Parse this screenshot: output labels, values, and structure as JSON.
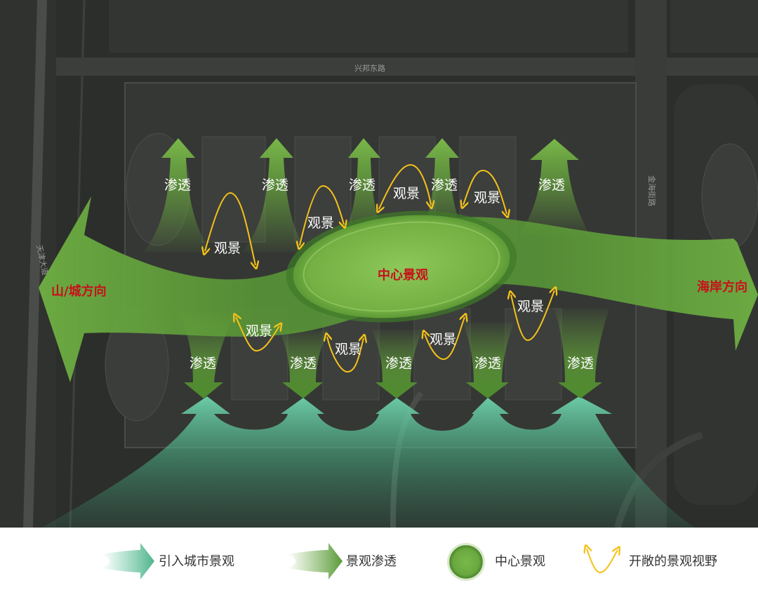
{
  "map": {
    "streets": {
      "north": "兴邦东路",
      "west": "天津大道",
      "east": "金海街路"
    },
    "labels": {
      "center": "中心景观",
      "left_direction": "山/城方向",
      "right_direction": "海岸方向"
    },
    "permeation_label": "渗透",
    "view_label": "观景"
  },
  "legend": {
    "items": [
      {
        "label": "引入城市景观",
        "symbol": "teal-arrow-icon"
      },
      {
        "label": "景观渗透",
        "symbol": "green-arrow-icon"
      },
      {
        "label": "中心景观",
        "symbol": "green-ellipse-icon"
      },
      {
        "label": "开敞的景观视野",
        "symbol": "yellow-view-arrow-icon"
      }
    ]
  },
  "colors": {
    "background": "#2c2e2b",
    "green_main": "#6aaa3f",
    "green_dark": "#3f7a2a",
    "center_green": "#79b94a",
    "teal": "#5fc6a0",
    "view_arc": "#f4c21a",
    "label_red": "#c8101a"
  }
}
